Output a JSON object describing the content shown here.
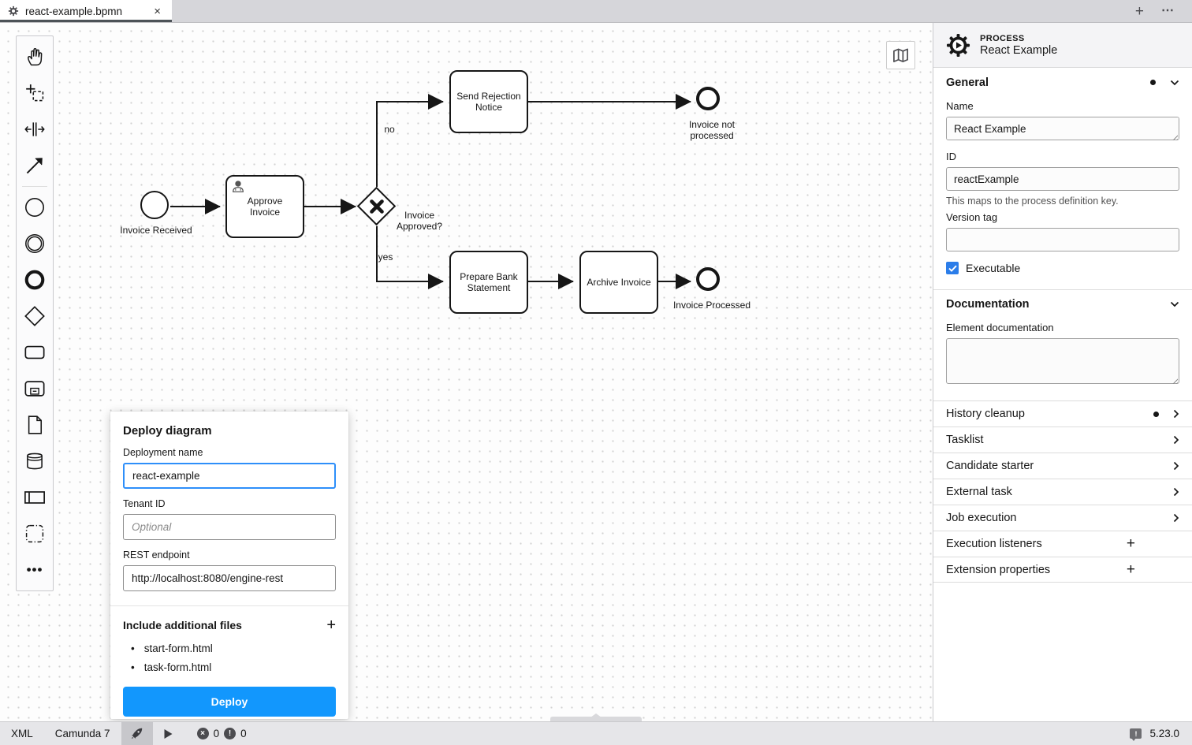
{
  "icons": {
    "plus": "+",
    "more": "⋯",
    "close": "×"
  },
  "tab_bar": {
    "tab_title": "react-example.bpmn"
  },
  "palette": {
    "tools": [
      "hand-tool",
      "lasso-tool",
      "space-tool",
      "global-connect-tool",
      "create-start-event",
      "create-intermediate-event",
      "create-end-event",
      "create-gateway",
      "create-task",
      "create-subprocess",
      "create-data-object",
      "create-data-store",
      "create-participant",
      "create-group",
      "more-options"
    ]
  },
  "diagram": {
    "start_event_label": "Invoice Received",
    "task_approve": "Approve Invoice",
    "gateway_label": "Invoice Approved?",
    "flow_no": "no",
    "flow_yes": "yes",
    "task_reject": "Send Rejection Notice",
    "end_not_processed": "Invoice not processed",
    "task_prepare": "Prepare Bank Statement",
    "task_archive": "Archive Invoice",
    "end_processed": "Invoice Processed"
  },
  "deploy_dialog": {
    "title": "Deploy diagram",
    "deployment_name_label": "Deployment name",
    "deployment_name_value": "react-example",
    "tenant_label": "Tenant ID",
    "tenant_placeholder": "Optional",
    "endpoint_label": "REST endpoint",
    "endpoint_value": "http://localhost:8080/engine-rest",
    "include_title": "Include additional files",
    "files": [
      "start-form.html",
      "task-form.html"
    ],
    "deploy_label": "Deploy",
    "accent_color": "#1297fd"
  },
  "properties_panel": {
    "element_kind": "PROCESS",
    "element_name": "React Example",
    "general": {
      "title": "General",
      "name_label": "Name",
      "name_value": "React Example",
      "id_label": "ID",
      "id_value": "reactExample",
      "id_help": "This maps to the process definition key.",
      "version_label": "Version tag",
      "version_value": "",
      "executable_label": "Executable",
      "executable_checked": true,
      "checkbox_color": "#2b7de9"
    },
    "documentation": {
      "title": "Documentation",
      "element_doc_label": "Element documentation",
      "element_doc_value": ""
    },
    "groups": [
      {
        "label": "History cleanup",
        "edited": true,
        "action": "chevron"
      },
      {
        "label": "Tasklist",
        "edited": false,
        "action": "chevron"
      },
      {
        "label": "Candidate starter",
        "edited": false,
        "action": "chevron"
      },
      {
        "label": "External task",
        "edited": false,
        "action": "chevron"
      },
      {
        "label": "Job execution",
        "edited": false,
        "action": "chevron"
      },
      {
        "label": "Execution listeners",
        "edited": false,
        "action": "plus"
      },
      {
        "label": "Extension properties",
        "edited": false,
        "action": "plus"
      }
    ]
  },
  "status_bar": {
    "xml_label": "XML",
    "engine_label": "Camunda 7",
    "error_count": "0",
    "warning_count": "0",
    "version": "5.23.0"
  }
}
